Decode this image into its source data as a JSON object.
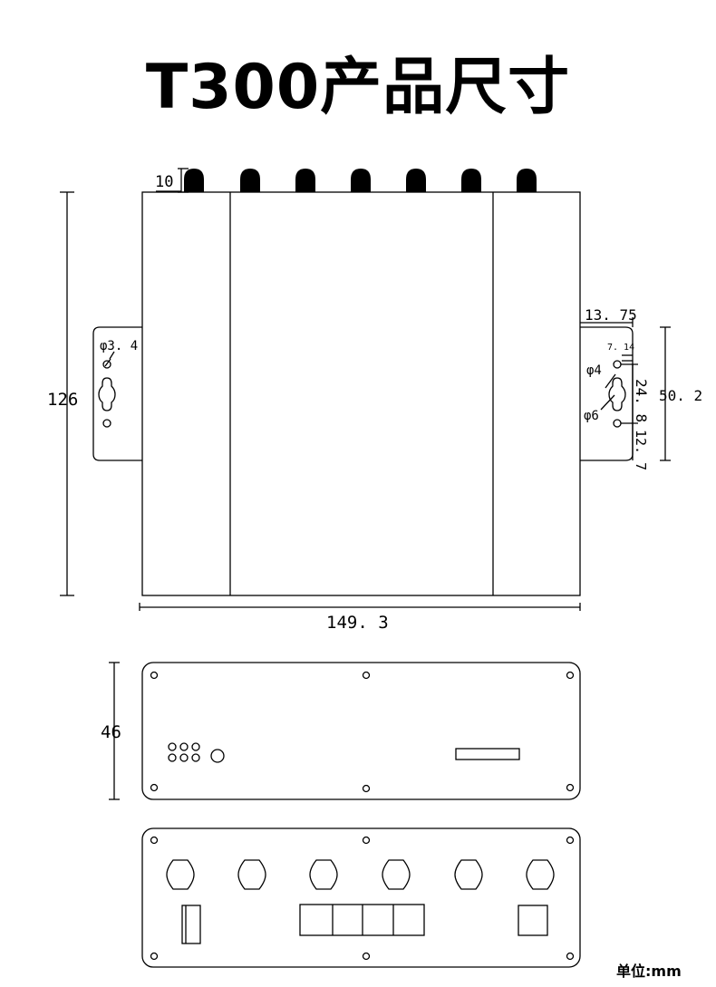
{
  "title": "T300产品尺寸",
  "unit_label": "单位:mm",
  "dimensions": {
    "antenna_height": "10",
    "height": "126",
    "width": "149. 3",
    "ear_width": "13. 75",
    "ear_height": "50. 2",
    "hole_spacing": "24. 8",
    "bottom_offset": "12. 7",
    "top_offset": "7. 14",
    "hole_diameter_left": "φ3. 4",
    "hole_diameter_small": "φ4",
    "hole_diameter_large": "φ6",
    "depth": "46"
  }
}
